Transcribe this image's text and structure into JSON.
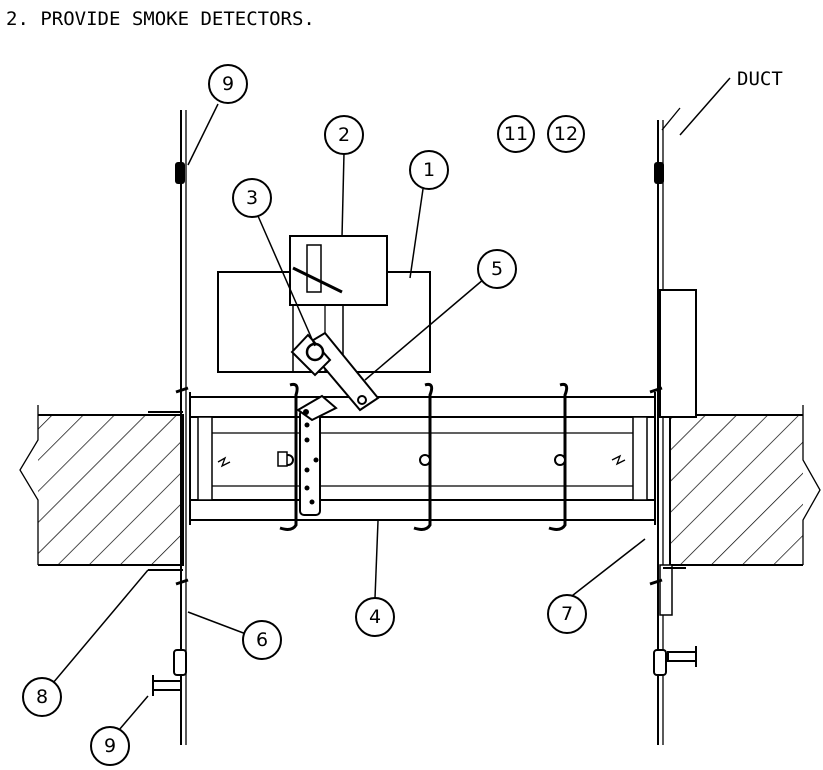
{
  "note": "2.   PROVIDE SMOKE DETECTORS.",
  "duct_label": "DUCT",
  "callouts": {
    "c1": "1",
    "c2": "2",
    "c3": "3",
    "c4": "4",
    "c5": "5",
    "c6": "6",
    "c7": "7",
    "c8": "8",
    "c9_top": "9",
    "c9_bottom": "9",
    "c11": "11",
    "c12": "12"
  }
}
